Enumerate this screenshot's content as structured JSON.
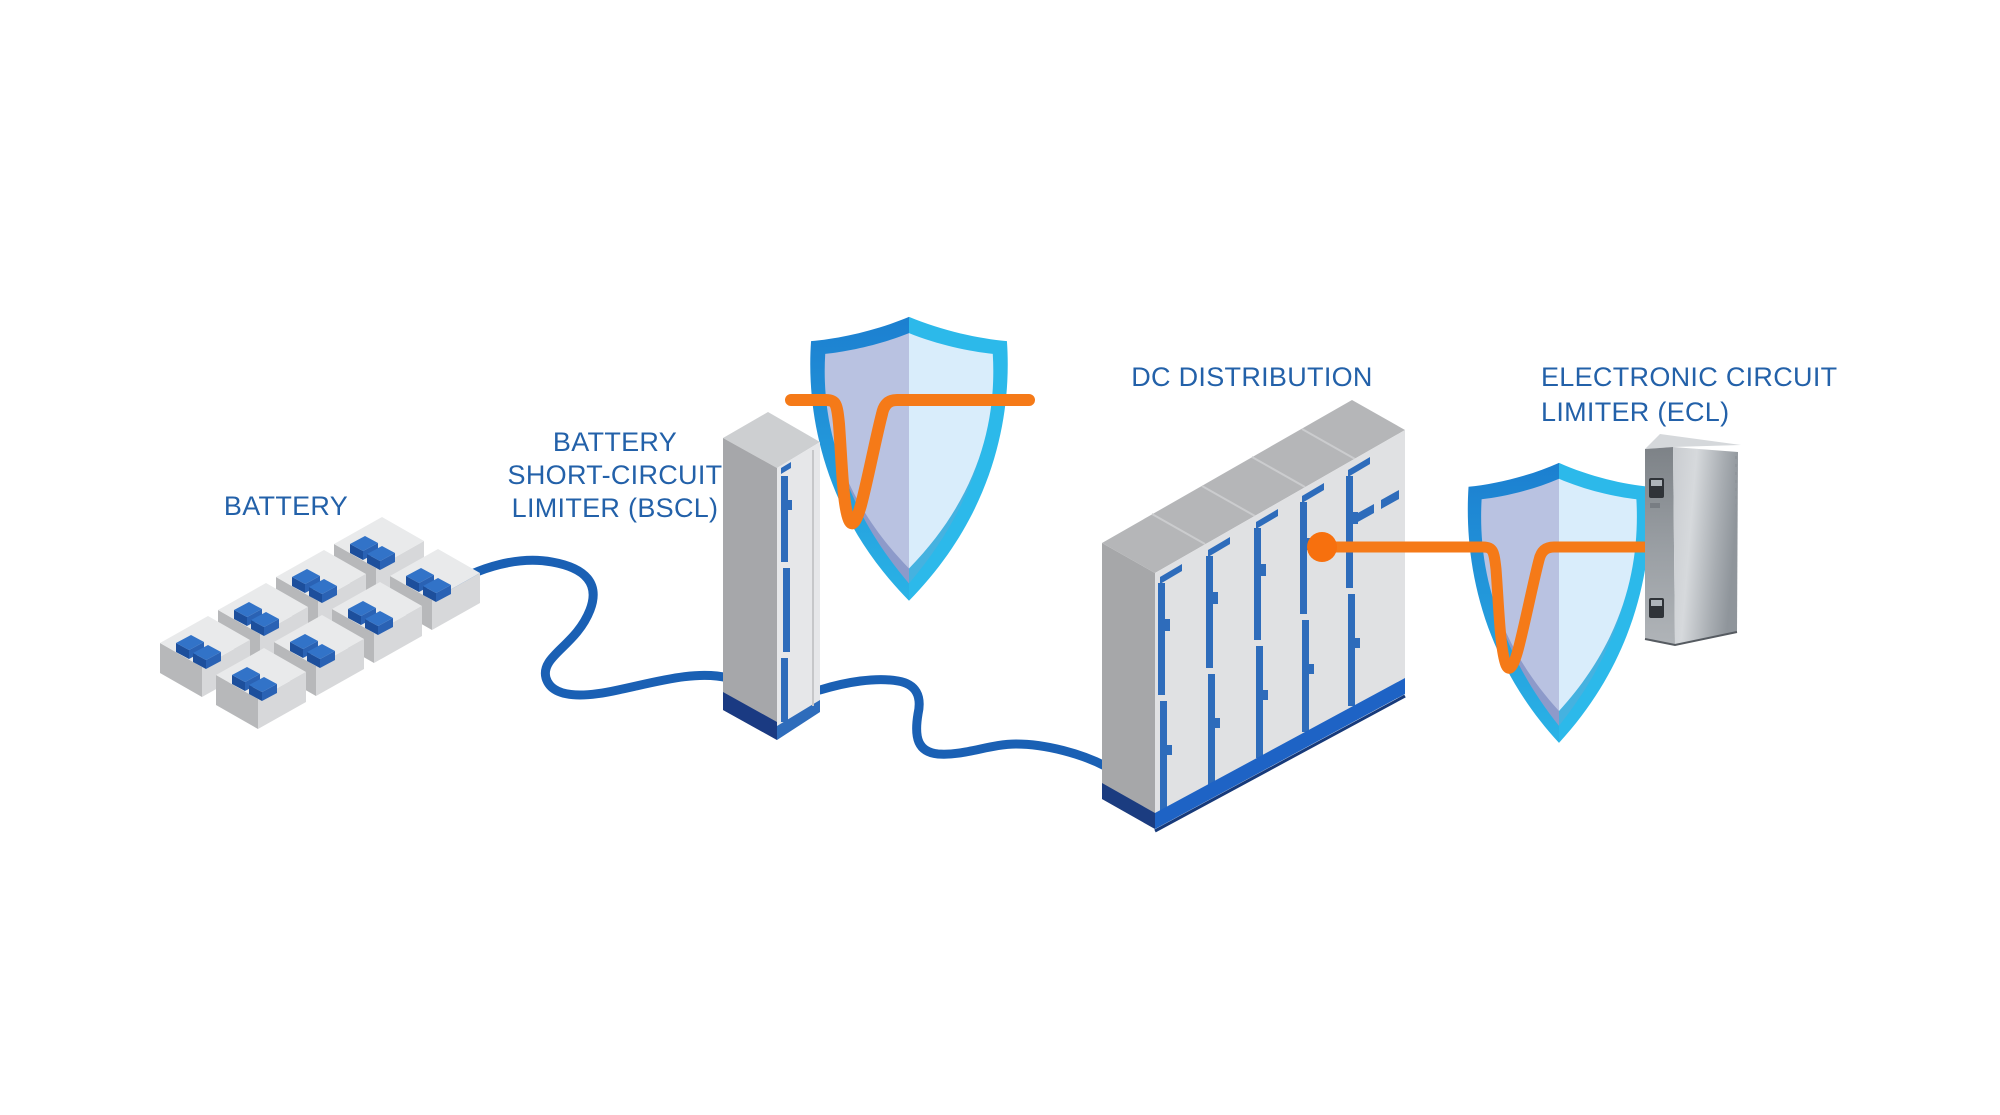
{
  "scene": {
    "background": "#ffffff",
    "labels": {
      "battery": "BATTERY",
      "bscl_lines": [
        "BATTERY",
        "SHORT-CIRCUIT",
        "LIMITER (BSCL)"
      ],
      "dc_distribution": "DC DISTRIBUTION",
      "ecl_lines": [
        "ELECTRONIC CIRCUIT",
        "LIMITER (ECL)"
      ]
    },
    "components": {
      "battery": {
        "type": "battery-bank",
        "module_count": 8,
        "terminals_per_module": 2
      },
      "bscl": {
        "type": "limiter-cabinet",
        "protection_icon": "shield-with-current-limit-curve"
      },
      "dc_distribution": {
        "type": "cabinet-row",
        "door_count": 5
      },
      "ecl": {
        "type": "limiter-enclosure",
        "protection_icon": "shield-with-current-limit-curve"
      }
    },
    "colors": {
      "label_text": "#2361a9",
      "wire_blue": "#1a60b4",
      "accent_blue": "#2e6cbb",
      "orange_line": "#f57a18",
      "orange_dot": "#f7700e",
      "shield_border_dark": "#1c7fd0",
      "shield_border_light": "#2cb9ea",
      "shield_fill_left": "#b9c2e1",
      "shield_fill_right": "#d9edfb"
    }
  }
}
